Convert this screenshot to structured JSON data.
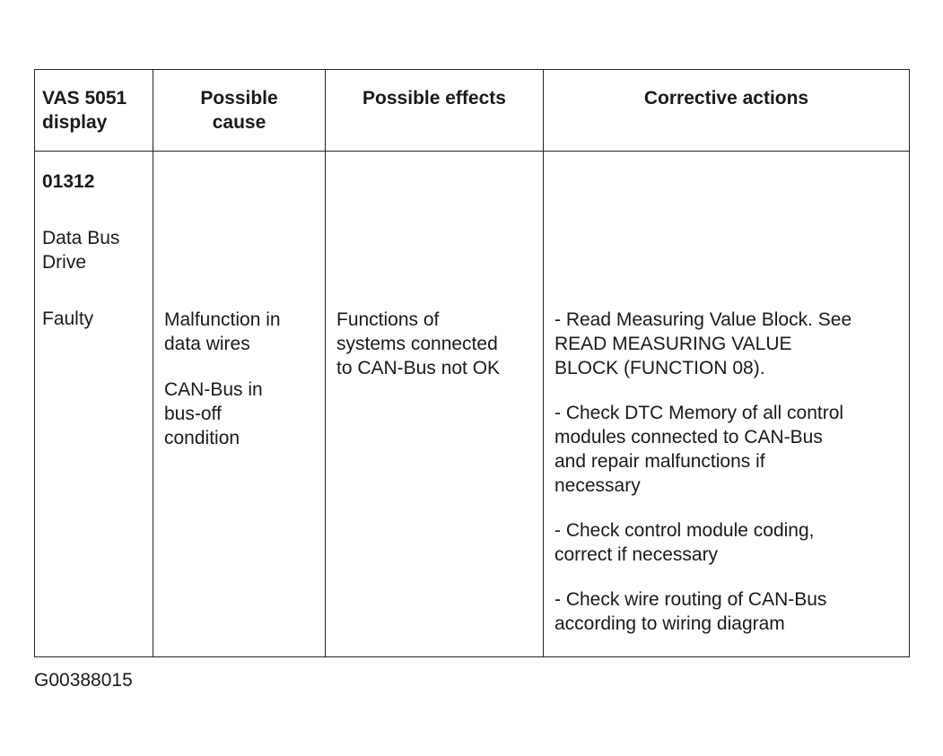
{
  "table": {
    "headers": [
      "VAS 5051\ndisplay",
      "Possible\ncause",
      "Possible effects",
      "Corrective actions"
    ],
    "row": {
      "display_code": "01312",
      "display_line2": "Data Bus\nDrive",
      "display_line3": "Faulty",
      "causes": [
        "Malfunction in\ndata wires",
        "CAN-Bus in\nbus-off\ncondition"
      ],
      "effects": [
        "Functions of\nsystems connected\nto CAN-Bus not OK"
      ],
      "actions": [
        "- Read Measuring Value Block. See\nREAD MEASURING VALUE\nBLOCK (FUNCTION 08).",
        "- Check DTC Memory of all control\nmodules connected to CAN-Bus\nand repair malfunctions if\nnecessary",
        "- Check control module coding,\ncorrect if necessary",
        "- Check wire routing of CAN-Bus\naccording to wiring diagram"
      ]
    }
  },
  "figure_id": "G00388015"
}
